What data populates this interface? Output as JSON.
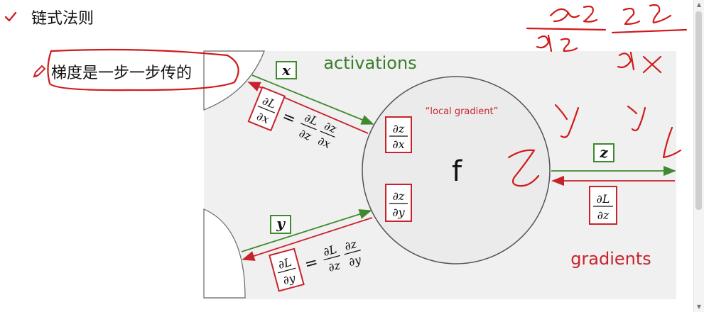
{
  "bullets": {
    "chain_rule": "链式法则",
    "gradient_step": "梯度是一步一步传的"
  },
  "diagram": {
    "activations_label": "activations",
    "gradients_label": "gradients",
    "local_gradient_label": "“local gradient”",
    "node_label": "f",
    "input_x": "x",
    "input_y": "y",
    "output_z": "z",
    "dz_dx": {
      "num": "∂z",
      "den": "∂x"
    },
    "dz_dy": {
      "num": "∂z",
      "den": "∂y"
    },
    "dL_dz": {
      "num": "∂L",
      "den": "∂z"
    },
    "dL_dx_eq": {
      "lhs_num": "∂L",
      "lhs_den": "∂x",
      "eq": "=",
      "a_num": "∂L",
      "a_den": "∂z",
      "b_num": "∂z",
      "b_den": "∂x"
    },
    "dL_dy_eq": {
      "lhs_num": "∂L",
      "lhs_den": "∂y",
      "eq": "=",
      "a_num": "∂L",
      "a_den": "∂z",
      "b_num": "∂z",
      "b_den": "∂y"
    }
  },
  "colors": {
    "green": "#3f8a2e",
    "red": "#c8232c",
    "ink_red": "#d01a1a",
    "activations_text": "#3a7d2a",
    "gradients_text": "#c8232c"
  }
}
